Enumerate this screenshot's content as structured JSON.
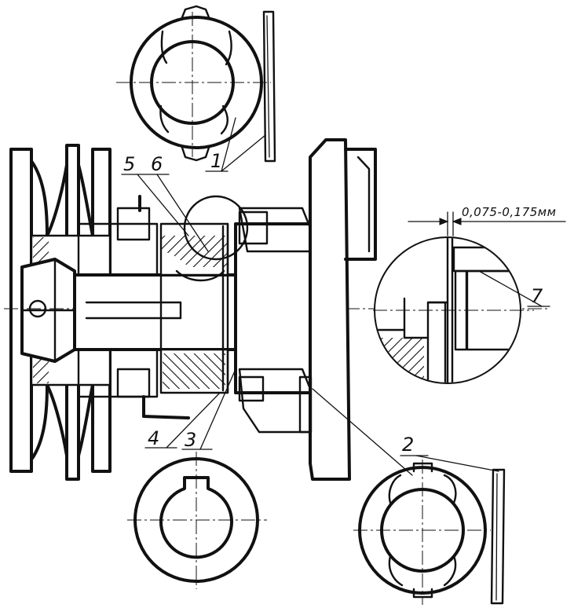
{
  "drawing": {
    "labels": {
      "part1": "1",
      "part2": "2",
      "part3": "3",
      "part4": "4",
      "part5": "5",
      "part6": "6",
      "part7": "7"
    },
    "dimension": "0,075-0,175мм"
  }
}
